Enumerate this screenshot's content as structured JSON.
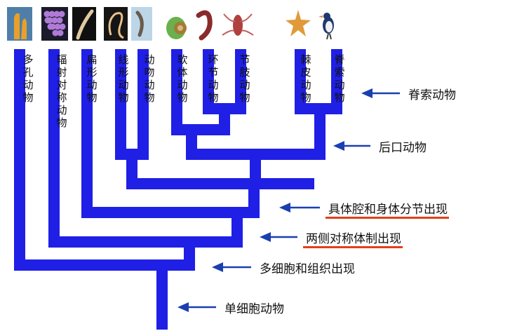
{
  "taxa": [
    {
      "label": "多孔动物",
      "icon": "sponge-icon"
    },
    {
      "label": "辐射对称动物",
      "icon": "coral-icon"
    },
    {
      "label": "扁形动物",
      "icon": "flatworm-icon"
    },
    {
      "label": "线形动物",
      "icon": "roundworm-icon"
    },
    {
      "label": "动吻动物",
      "icon": "kinorhynch-icon"
    },
    {
      "label": "软体动物",
      "icon": "snail-icon"
    },
    {
      "label": "环节动物",
      "icon": "earthworm-icon"
    },
    {
      "label": "节肢动物",
      "icon": "lobster-icon"
    },
    {
      "label": "棘皮动物",
      "icon": "starfish-icon"
    },
    {
      "label": "脊索动物",
      "icon": "bird-icon"
    }
  ],
  "milestones": [
    {
      "label": "脊索动物",
      "highlighted": false
    },
    {
      "label": "后口动物",
      "highlighted": false
    },
    {
      "label": "具体腔和身体分节出现",
      "highlighted": true
    },
    {
      "label": "两侧对称体制出现",
      "highlighted": true
    },
    {
      "label": "多细胞和组织出现",
      "highlighted": false
    },
    {
      "label": "单细胞动物",
      "highlighted": false
    }
  ],
  "colors": {
    "branch": "#1f1fe6",
    "arrow": "#1a3fb0",
    "underline": "#e2401c"
  }
}
